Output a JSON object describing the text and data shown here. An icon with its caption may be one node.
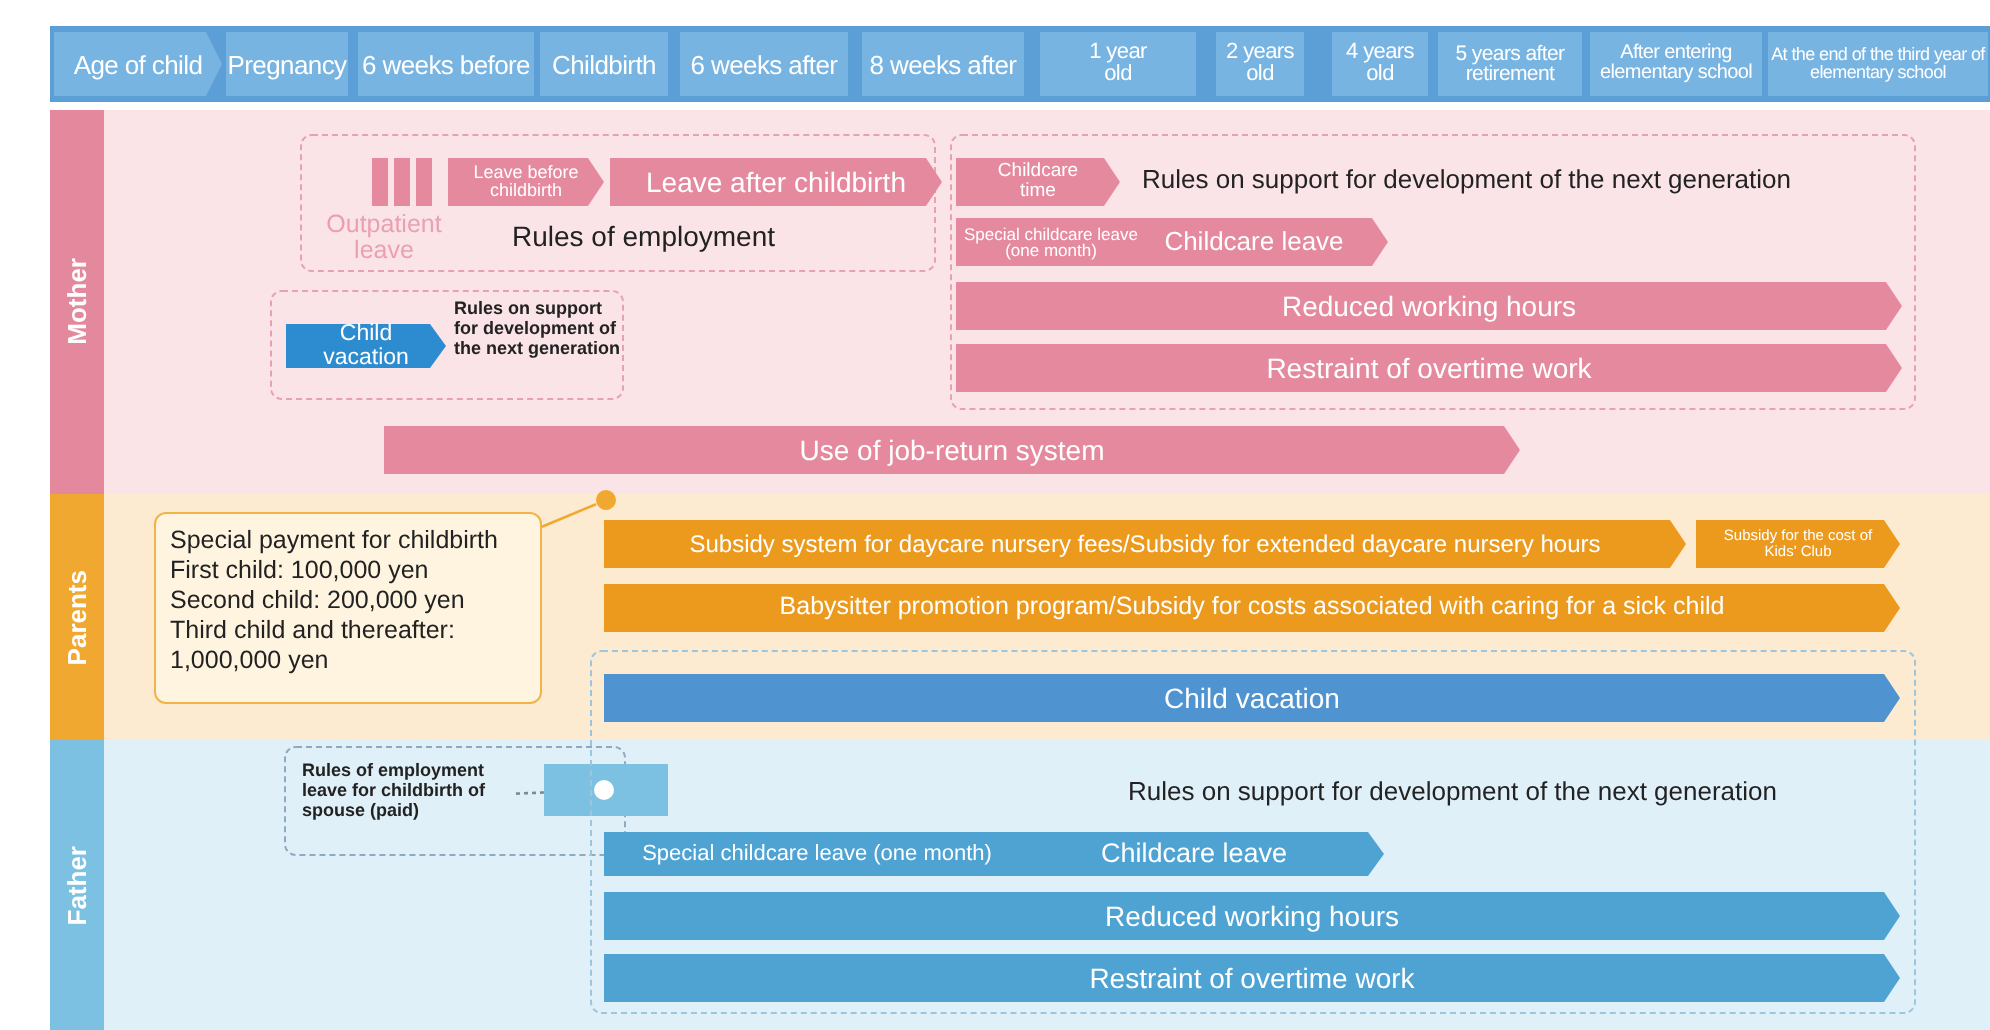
{
  "diagram": {
    "nodes": [
      {
        "text": [
          "Age of child"
        ]
      },
      {
        "text": [
          "Pregnancy"
        ]
      },
      {
        "text": [
          "6 weeks before"
        ]
      },
      {
        "text": [
          "Childbirth"
        ]
      },
      {
        "text": [
          "6 weeks after"
        ]
      },
      {
        "text": [
          "8 weeks after"
        ]
      },
      {
        "text": [
          "1 year old"
        ]
      },
      {
        "text": [
          "2 years old"
        ]
      },
      {
        "text": [
          "4 years old"
        ]
      },
      {
        "text": [
          "5 years after retirement"
        ]
      },
      {
        "text": [
          "After entering elementary school"
        ]
      },
      {
        "text": [
          "At the end of the third year of elementary school"
        ]
      },
      {
        "text": [
          "Mother"
        ]
      },
      {
        "text": [
          "Rules of employment"
        ],
        "in": 12
      },
      {
        "text": [
          "Outpatient leave"
        ],
        "in": 13
      },
      {
        "text": [
          "Leave before childbirth"
        ],
        "in": 13
      },
      {
        "text": [
          "Leave after childbirth"
        ],
        "in": 13
      },
      {
        "text": [
          "Rules on support for development of the next generation"
        ],
        "in": 12
      },
      {
        "text": [
          "Childcare time"
        ],
        "in": 17
      },
      {
        "text": [
          "Special childcare leave (one month)",
          "Childcare leave"
        ],
        "in": 17
      },
      {
        "text": [
          "Reduced working hours"
        ],
        "in": 17
      },
      {
        "text": [
          "Restraint of overtime work"
        ],
        "in": 17
      },
      {
        "text": [
          "Rules on support for development of the next generation"
        ],
        "in": 12
      },
      {
        "text": [
          "Child vacation"
        ],
        "in": 22
      },
      {
        "text": [
          "Use of job-return system"
        ],
        "in": 12
      },
      {
        "text": [
          "Parents"
        ]
      },
      {
        "text": [
          "Special payment for childbirth",
          "First child: 100,000 yen",
          "Second child: 200,000 yen",
          "Third child and thereafter: 1,000,000 yen"
        ],
        "in": 25
      },
      {
        "text": [],
        "shape": "circle"
      },
      {
        "text": [
          "Subsidy system for daycare nursery fees/Subsidy for extended daycare nursery hours"
        ],
        "in": 25
      },
      {
        "text": [
          "Subsidy for the cost of Kids' Club"
        ],
        "in": 25
      },
      {
        "text": [
          "Babysitter promotion program/Subsidy for costs associated with caring for a sick child"
        ],
        "in": 25
      },
      {
        "text": [
          "Rules on support for development of the next generation"
        ]
      },
      {
        "text": [
          "Child vacation"
        ]
      },
      {
        "text": [
          "Father"
        ]
      },
      {
        "text": [
          "Rules of employment leave for childbirth of spouse (paid)"
        ],
        "in": 33
      },
      {
        "text": [],
        "shape": "box",
        "in": 33
      },
      {
        "text": [
          "Special childcare leave (one month)",
          "Childcare leave"
        ]
      },
      {
        "text": [
          "Reduced working hours"
        ]
      },
      {
        "text": [
          "Restraint of overtime work"
        ]
      }
    ],
    "edges": [
      {
        "from": 26,
        "to": 27,
        "arrow": "none",
        "color": "#f0a830"
      },
      {
        "from": 34,
        "to": 35,
        "arrow": "none",
        "style": "dashed",
        "color": "#7a8a99"
      }
    ]
  }
}
